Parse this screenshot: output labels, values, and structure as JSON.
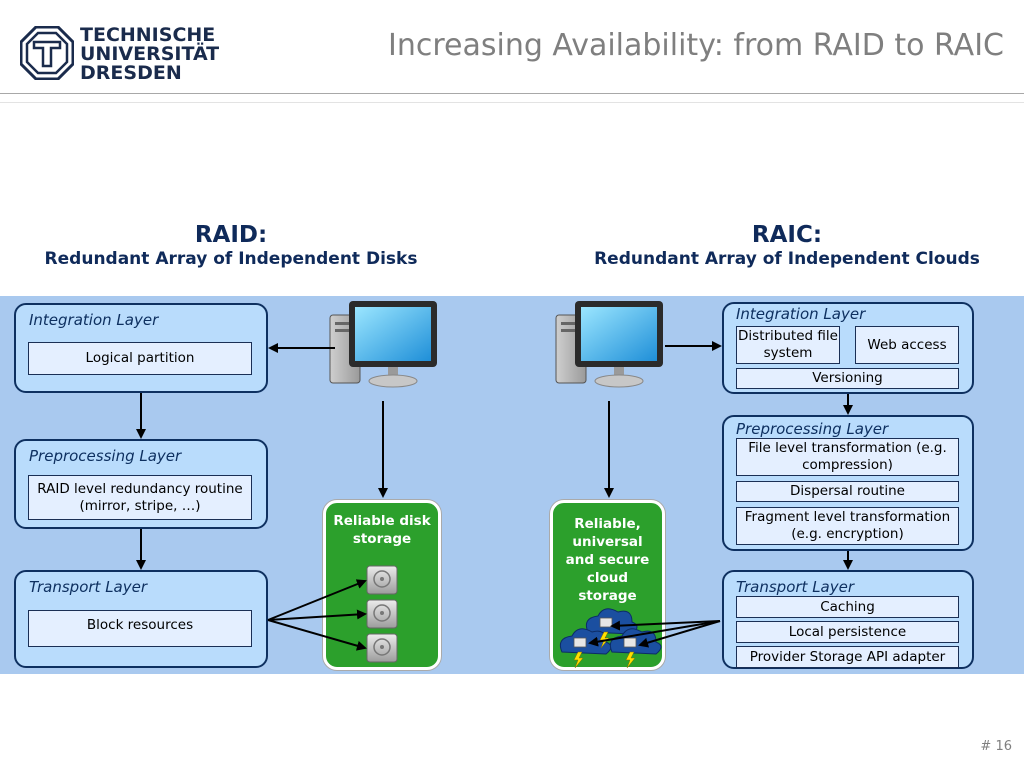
{
  "header": {
    "logo_lines": [
      "TECHNISCHE",
      "UNIVERSITÄT",
      "DRESDEN"
    ],
    "title": "Increasing Availability: from RAID to RAIC"
  },
  "raid": {
    "heading": "RAID:",
    "subheading": "Redundant Array of Independent Disks",
    "integration": {
      "title": "Integration Layer",
      "boxes": [
        "Logical partition"
      ]
    },
    "preprocessing": {
      "title": "Preprocessing Layer",
      "boxes": [
        "RAID level redundancy routine (mirror, stripe, …)"
      ]
    },
    "transport": {
      "title": "Transport Layer",
      "boxes": [
        "Block resources"
      ]
    },
    "storage_label": "Reliable disk storage"
  },
  "raic": {
    "heading": "RAIC:",
    "subheading": "Redundant Array of Independent Clouds",
    "integration": {
      "title": "Integration Layer",
      "boxes": [
        "Distributed file system",
        "Web access",
        "Versioning"
      ]
    },
    "preprocessing": {
      "title": "Preprocessing Layer",
      "boxes": [
        "File level transformation (e.g. compression)",
        "Dispersal routine",
        "Fragment level transformation (e.g. encryption)"
      ]
    },
    "transport": {
      "title": "Transport Layer",
      "boxes": [
        "Caching",
        "Local persistence",
        "Provider Storage API adapter"
      ]
    },
    "storage_label": "Reliable, universal and secure cloud storage"
  },
  "footer": {
    "page_number": "# 16"
  },
  "icons": [
    "tu-dresden-logo-icon",
    "desktop-computer-icon",
    "hard-disk-icon",
    "cloud-storage-icon",
    "lightning-icon"
  ],
  "colors": {
    "band": "#a9c9ef",
    "layer_fill": "#b9dcfc",
    "layer_border": "#0e3060",
    "storage_green": "#2ca02c",
    "heading_blue": "#0f2a5a"
  }
}
